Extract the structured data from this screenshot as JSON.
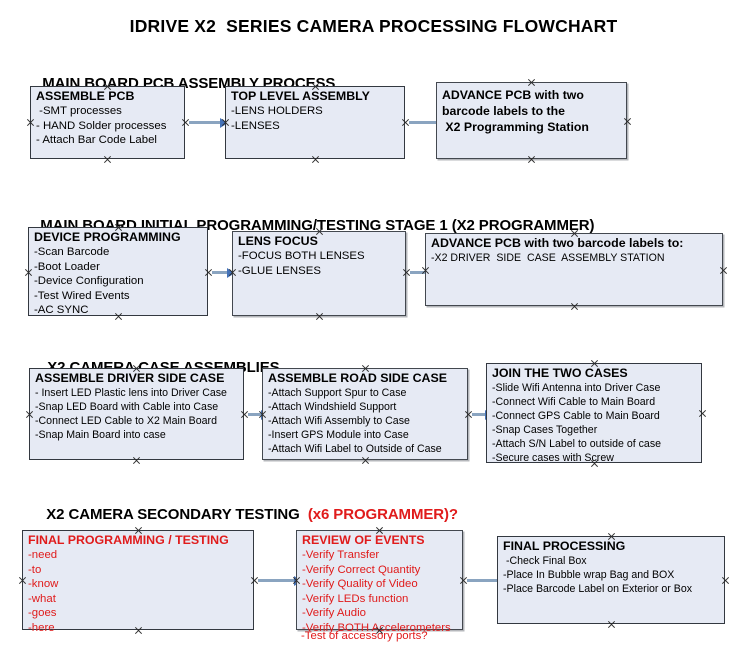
{
  "document": {
    "title": "IDRIVE X2  SERIES CAMERA PROCESSING FLOWCHART"
  },
  "colors": {
    "box_fill": "#e6eaf4",
    "box_border": "#43484f",
    "accent_red": "#e01b1b",
    "arrow_line": "#8aa4c0",
    "arrow_head": "#4472b8",
    "text": "#000000"
  },
  "sections": [
    {
      "heading": "MAIN BOARD PCB ASSEMBLY PROCESS",
      "heading_accent": "",
      "boxes": [
        {
          "title": "ASSEMBLE PCB",
          "lines": [
            " -SMT processes",
            "- HAND Solder processes",
            "- Attach Bar Code Label"
          ]
        },
        {
          "title": "TOP LEVEL ASSEMBLY",
          "lines": [
            "-LENS HOLDERS",
            "-LENSES"
          ]
        },
        {
          "title": "ADVANCE PCB with two",
          "lines": [
            "barcode labels to the",
            " X2 Programming Station"
          ]
        }
      ]
    },
    {
      "heading": "MAIN BOARD INITIAL PROGRAMMING/TESTING STAGE 1 (X2 PROGRAMMER)",
      "heading_accent": "",
      "boxes": [
        {
          "title": "DEVICE PROGRAMMING",
          "lines": [
            "-Scan Barcode",
            "-Boot Loader",
            "-Device Configuration",
            "-Test Wired Events",
            "-AC SYNC"
          ]
        },
        {
          "title": "LENS FOCUS",
          "lines": [
            "-FOCUS BOTH LENSES",
            "-GLUE LENSES"
          ]
        },
        {
          "title": "ADVANCE PCB with two barcode labels to:",
          "lines": [
            "-X2 DRIVER  SIDE  CASE  ASSEMBLY STATION"
          ]
        }
      ]
    },
    {
      "heading": "X2 CAMERA CASE ASSEMBLIES",
      "heading_accent": "",
      "boxes": [
        {
          "title": "ASSEMBLE DRIVER SIDE CASE",
          "lines": [
            "- Insert LED Plastic lens into Driver Case",
            "-Snap LED Board with Cable into Case",
            "-Connect LED Cable to X2 Main Board",
            "-Snap Main Board into case"
          ]
        },
        {
          "title": "ASSEMBLE ROAD SIDE CASE",
          "lines": [
            "-Attach Support Spur to Case",
            "-Attach Windshield Support",
            "-Attach Wifi Assembly to Case",
            "-Insert GPS Module into Case",
            "-Attach Wifi Label to Outside of Case"
          ]
        },
        {
          "title": "JOIN THE TWO CASES",
          "lines": [
            "-Slide Wifi Antenna into Driver Case",
            "-Connect Wifi Cable to Main Board",
            "-Connect GPS Cable to Main Board",
            "-Snap Cases Together",
            "-Attach S/N Label to outside of case",
            "-Secure cases with Screw"
          ]
        }
      ]
    },
    {
      "heading": "X2 CAMERA SECONDARY TESTING ",
      "heading_accent": " (x6 PROGRAMMER)?",
      "boxes": [
        {
          "title": "FINAL PROGRAMMING / TESTING",
          "lines": [
            "-need",
            "-to",
            "-know",
            "-what",
            "-goes",
            "-here"
          ]
        },
        {
          "title": "REVIEW OF EVENTS",
          "lines": [
            "-Verify Transfer",
            "-Verify Correct Quantity",
            "-Verify Quality of Video",
            "-Verify LEDs function",
            "-Verify Audio",
            "-Verify BOTH Accelerometers"
          ],
          "overflow_line": "-Test of accessory ports?"
        },
        {
          "title": "FINAL PROCESSING",
          "lines": [
            " -Check Final Box",
            "-Place In Bubble wrap Bag and BOX",
            "-Place Barcode Label on Exterior or Box"
          ]
        }
      ]
    }
  ]
}
